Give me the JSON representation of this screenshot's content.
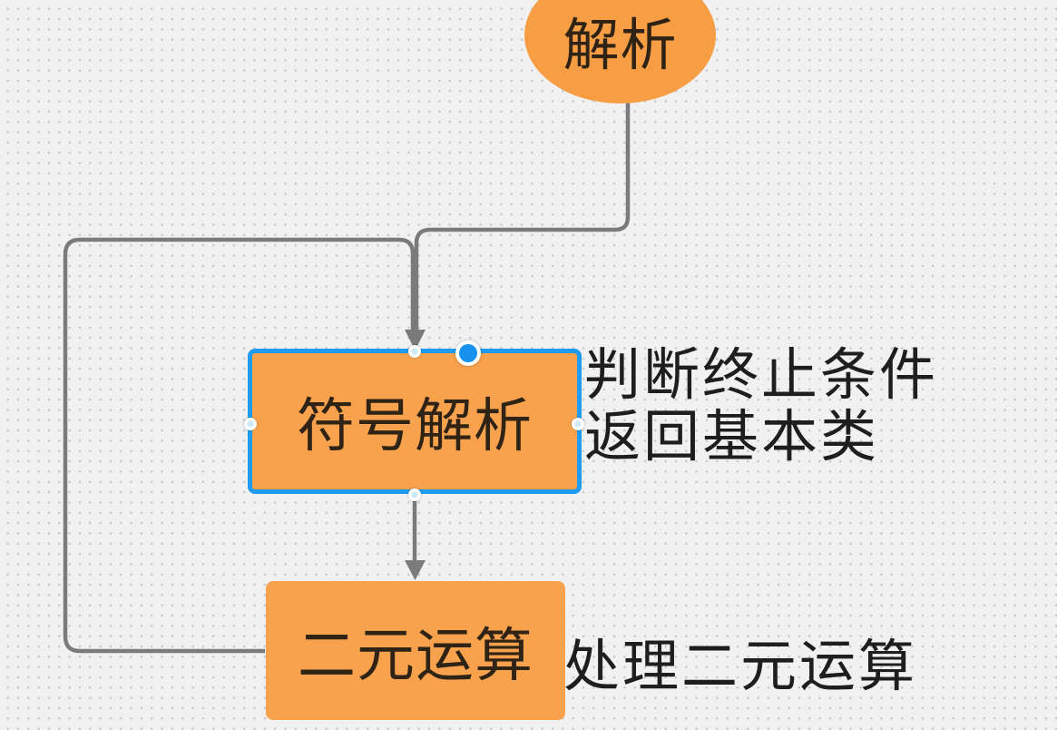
{
  "app": {
    "type": "diagram-canvas",
    "background_color": "#f1f1f2",
    "grid_dot_color": "#c7c7c7"
  },
  "nodes": {
    "parse": {
      "label": "解析",
      "shape": "ellipse",
      "fill": "#f79e45"
    },
    "symbol_parse": {
      "label": "符号解析",
      "shape": "rectangle",
      "fill": "#f8a24d",
      "selected": true,
      "selection_color": "#1f9bf0"
    },
    "binary_op": {
      "label": "二元运算",
      "shape": "rectangle",
      "fill": "#f8a24d"
    }
  },
  "annotations": {
    "termination_note": {
      "line1": "判断终止条件",
      "line2": "返回基本类"
    },
    "binary_note": {
      "line1": "处理二元运算"
    }
  },
  "edges": {
    "color": "#7b7b7b",
    "list": [
      {
        "from": "parse",
        "to": "symbol_parse",
        "arrow": "down"
      },
      {
        "from": "binary_op",
        "to": "symbol_parse",
        "arrow": "down",
        "style": "loop-left"
      },
      {
        "from": "symbol_parse",
        "to": "binary_op",
        "arrow": "down"
      }
    ]
  }
}
